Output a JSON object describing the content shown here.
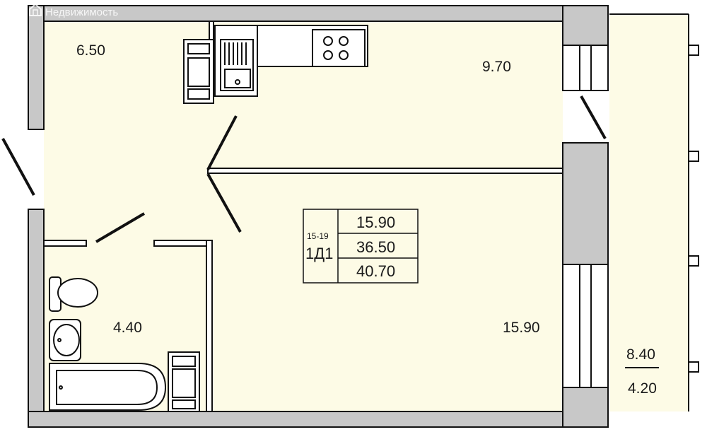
{
  "watermark": {
    "text": "Недвижимость",
    "icon": "house-logo-icon"
  },
  "plan": {
    "rooms": [
      {
        "id": "hall",
        "area": "6.50"
      },
      {
        "id": "kitchen",
        "area": "9.70"
      },
      {
        "id": "living",
        "area": "15.90"
      },
      {
        "id": "bathroom",
        "area": "4.40"
      }
    ],
    "balcony": {
      "area_total": "8.40",
      "area_reduced": "4.20"
    },
    "info_block": {
      "floors": "15-19",
      "type": "1Д1",
      "living_area": "15.90",
      "total_area": "36.50",
      "total_with_balcony": "40.70"
    },
    "colors": {
      "floor": "#fdfbe6",
      "wall": "#c8c8c8",
      "outline": "#111111"
    }
  }
}
